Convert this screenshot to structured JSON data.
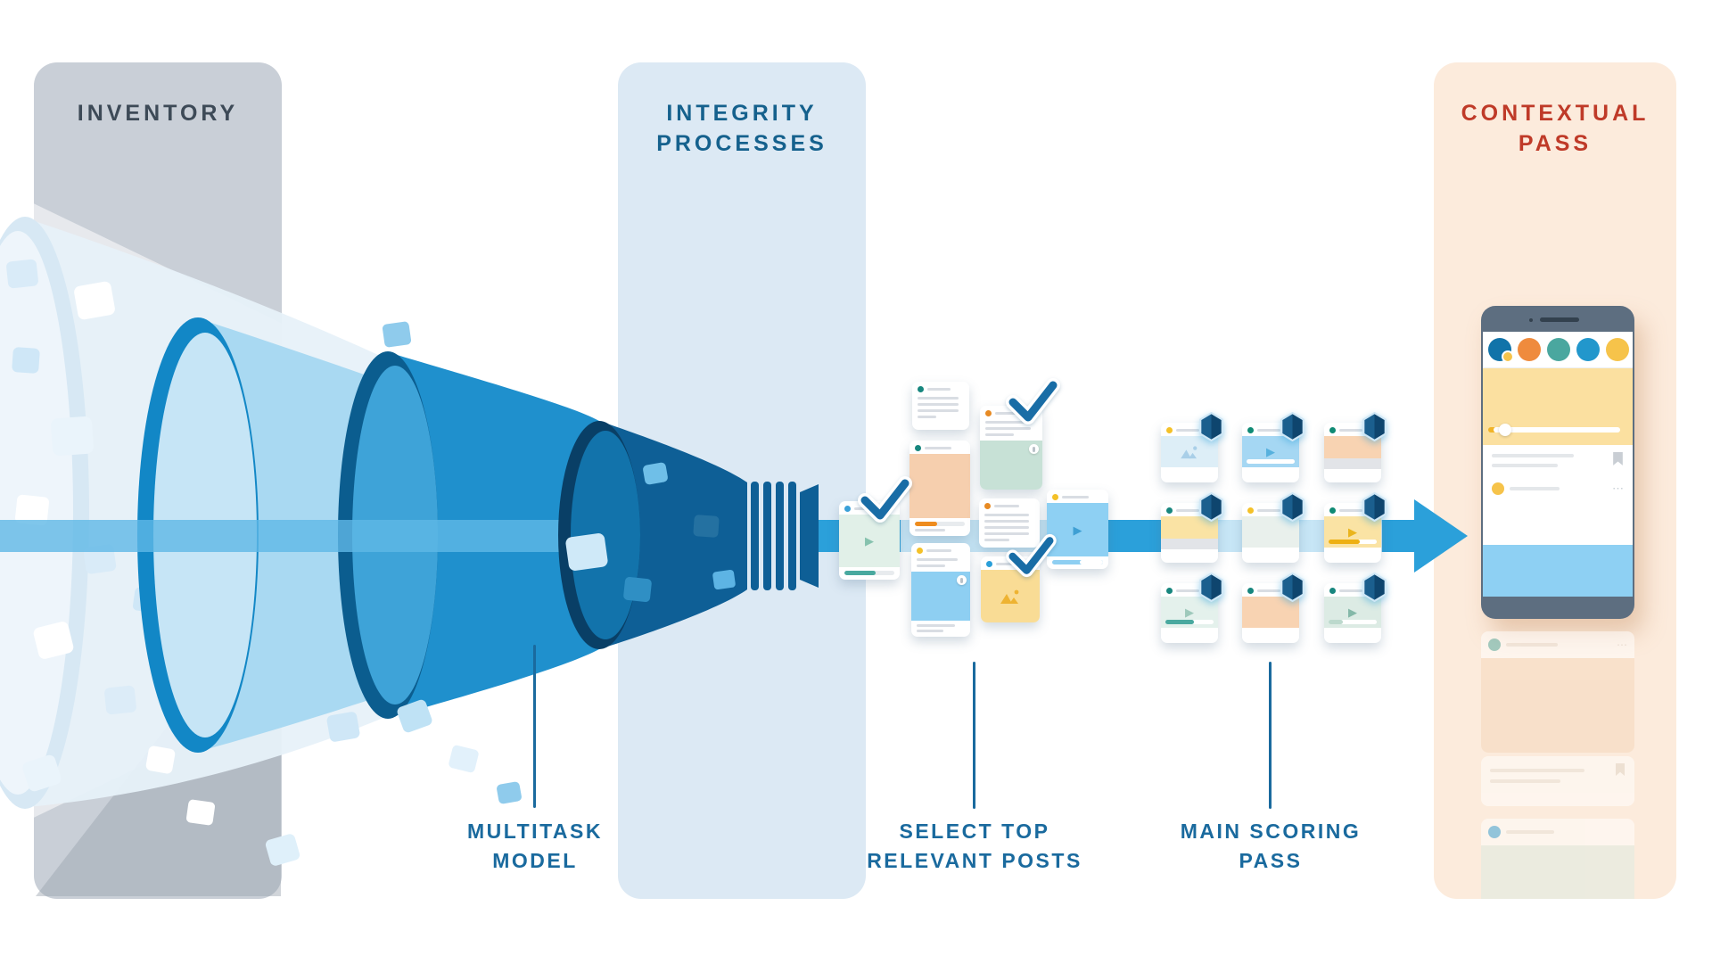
{
  "diagram": {
    "columns": {
      "inventory": {
        "label": "INVENTORY"
      },
      "integrity": {
        "line1": "INTEGRITY",
        "line2": "PROCESSES"
      },
      "contextual": {
        "line1": "CONTEXTUAL",
        "line2": "PASS"
      }
    },
    "callouts": {
      "multitask": {
        "line1": "MULTITASK",
        "line2": "MODEL"
      },
      "select_top": {
        "line1": "SELECT TOP",
        "line2": "RELEVANT POSTS"
      },
      "main_scoring": {
        "line1": "MAIN SCORING",
        "line2": "PASS"
      }
    },
    "icons": {
      "play_icon": "▶",
      "more_icon": "⋯"
    },
    "palette": {
      "column_inventory_bg": "#c9cfd7",
      "column_integrity_bg": "#dce9f4",
      "column_contextual_bg": "#fcebdc",
      "inventory_text": "#3d4a57",
      "integrity_text": "#15618d",
      "contextual_text": "#bf3a28",
      "callout_text": "#1a6a9e",
      "funnel_light": "#a9d9f2",
      "funnel_mid": "#1f90cd",
      "funnel_dark": "#0e5f96",
      "funnel_rim_dark": "#093f66",
      "arrow_blue": "#2ba0da",
      "arrow_light": "#c7e6f6",
      "check_blue": "#196da6",
      "hexagon_mid": "#1b5f8e",
      "hexagon_dark": "#0e456e",
      "accent_orange": "#ef8b3d",
      "accent_yellow": "#f6c34a",
      "accent_teal": "#4aa79f",
      "accent_peach": "#f6cfae",
      "phone_bezel": "#5d6e80"
    }
  }
}
